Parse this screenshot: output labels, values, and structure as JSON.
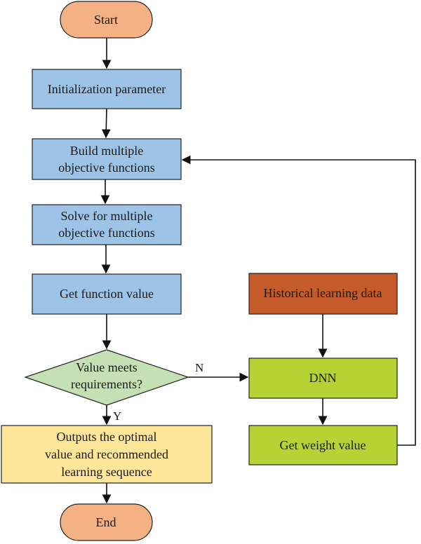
{
  "nodes": {
    "start": {
      "label": "Start"
    },
    "init": {
      "label": "Initialization parameter"
    },
    "build": {
      "line1": "Build multiple",
      "line2": "objective functions"
    },
    "solve": {
      "line1": "Solve for multiple",
      "line2": "objective functions"
    },
    "getfv": {
      "label": "Get function value"
    },
    "decision": {
      "line1": "Value meets",
      "line2": "requirements?"
    },
    "output": {
      "line1": "Outputs the optimal",
      "line2": "value and recommended",
      "line3": "learning sequence"
    },
    "end": {
      "label": "End"
    },
    "hist": {
      "label": "Historical learning data"
    },
    "dnn": {
      "label": "DNN"
    },
    "weight": {
      "label": "Get weight value"
    }
  },
  "edges": {
    "no_label": "N",
    "yes_label": "Y"
  },
  "colors": {
    "terminal": "#F4B183",
    "process": "#9DC3E6",
    "decision": "#C5E0B4",
    "output": "#FFE699",
    "historical": "#C55A2B",
    "green": "#B5D433"
  }
}
